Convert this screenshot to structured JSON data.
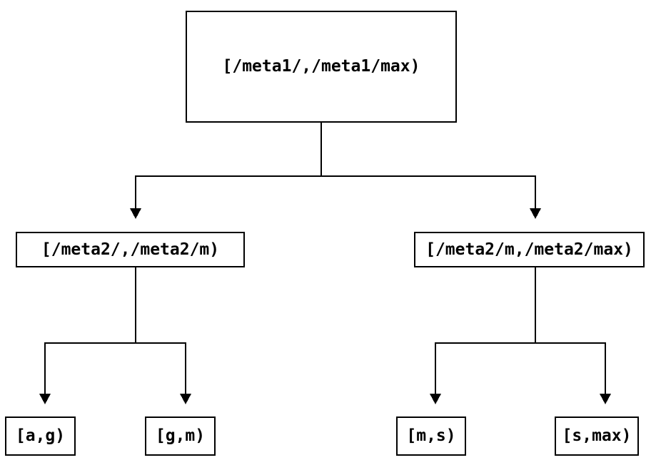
{
  "colors": {
    "background": "#ffffff",
    "line": "#000000",
    "box_border": "#000000",
    "text": "#000000"
  },
  "tree": {
    "label": "[/meta1/,/meta1/max)",
    "children": [
      {
        "label": "[/meta2/,/meta2/m)",
        "children": [
          {
            "label": "[a,g)"
          },
          {
            "label": "[g,m)"
          }
        ]
      },
      {
        "label": "[/meta2/m,/meta2/max)",
        "children": [
          {
            "label": "[m,s)"
          },
          {
            "label": "[s,max)"
          }
        ]
      }
    ]
  }
}
